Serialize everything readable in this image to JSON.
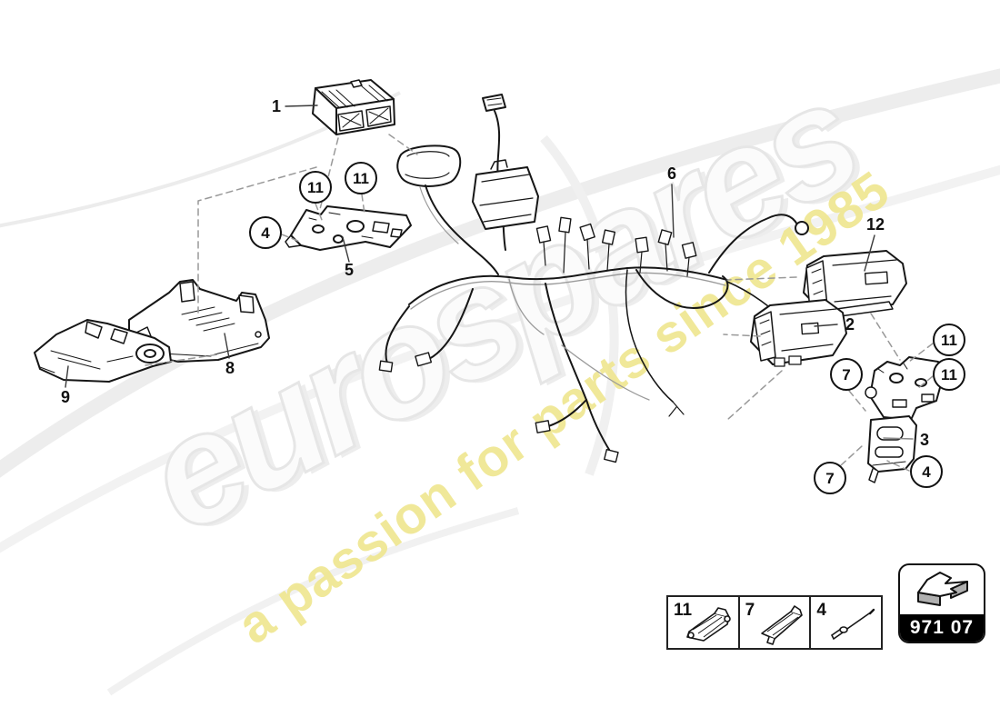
{
  "watermark": {
    "brand": "eurospares",
    "tagline": "a passion for parts since 1985",
    "brand_color": "#e6e6e6",
    "tagline_color": "#efe68f"
  },
  "diagram": {
    "description": "engine wiring harness and control unit parts diagram",
    "line_color": "#161616"
  },
  "callouts": [
    {
      "label": "1",
      "circled": false
    },
    {
      "label": "11",
      "circled": true
    },
    {
      "label": "11",
      "circled": true
    },
    {
      "label": "4",
      "circled": true
    },
    {
      "label": "5",
      "circled": false
    },
    {
      "label": "8",
      "circled": false
    },
    {
      "label": "9",
      "circled": false
    },
    {
      "label": "6",
      "circled": false
    },
    {
      "label": "12",
      "circled": false
    },
    {
      "label": "2",
      "circled": false
    },
    {
      "label": "11",
      "circled": true
    },
    {
      "label": "11",
      "circled": true
    },
    {
      "label": "7",
      "circled": true
    },
    {
      "label": "3",
      "circled": false
    },
    {
      "label": "7",
      "circled": true
    },
    {
      "label": "4",
      "circled": true
    }
  ],
  "legend": {
    "items": [
      {
        "label": "11",
        "icon": "connector-clip-icon"
      },
      {
        "label": "7",
        "icon": "retainer-bracket-icon"
      },
      {
        "label": "4",
        "icon": "rivet-icon"
      }
    ]
  },
  "part_code_badge": {
    "code": "971 07",
    "icon": "page-ref-arrow-icon"
  }
}
